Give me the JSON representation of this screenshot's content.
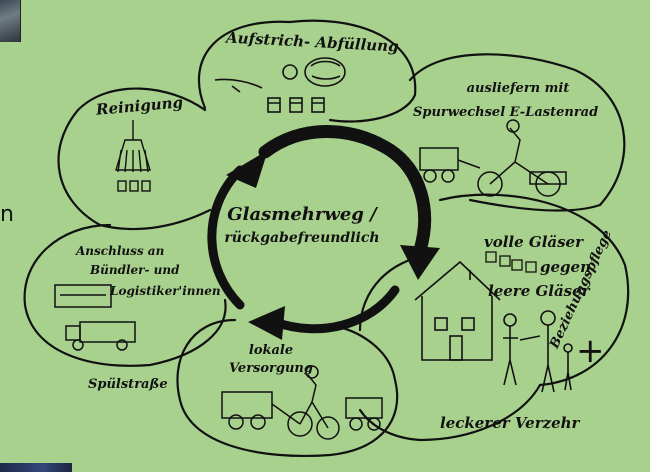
{
  "center": {
    "title_line1": "Glasmehrweg /",
    "title_line2": "rückgabefreundlich"
  },
  "nodes": {
    "aufstrich": "Aufstrich- Abfüllung",
    "ausliefern_line1": "ausliefern mit",
    "ausliefern_line2": "Spurwechsel E-Lastenrad",
    "reinigung": "Reinigung",
    "volle_line1": "volle Gläser",
    "volle_line2": "gegen",
    "volle_line3": "leere Gläser",
    "beziehung": "Beziehungspflege",
    "anschluss_line1": "Anschluss an",
    "anschluss_line2": "Bündler- und",
    "anschluss_line3": "Logistiker'innen",
    "spuelstrasse": "Spülstraße",
    "lokale_line1": "lokale",
    "lokale_line2": "Versorgung",
    "verzehr": "leckerer Verzehr"
  },
  "side_text": "n",
  "plus_sign": "+",
  "colors": {
    "background": "#a9d18e",
    "ink": "#111111"
  },
  "icons": [
    "cycle-arrow",
    "jars-icon",
    "cargo-bike-icon",
    "shower-icon",
    "house-icon",
    "people-icon",
    "truck-icon",
    "cart-bike-icon"
  ]
}
